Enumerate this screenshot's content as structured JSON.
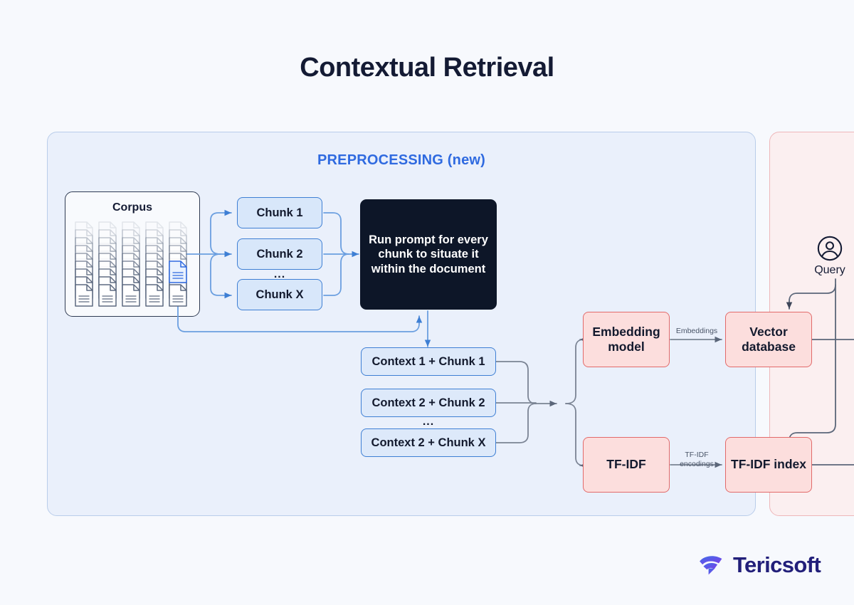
{
  "page": {
    "title": "Contextual Retrieval",
    "background_color": "#f7f9fd"
  },
  "panels": {
    "preprocessing": {
      "heading": "PREPROCESSING (new)",
      "accent_color": "#2f6ae0",
      "fill_color": "#eaf0fb",
      "border_color": "#b9cdea"
    },
    "runtime": {
      "fill_color": "#fbeff0",
      "border_color": "#eeb7ba"
    }
  },
  "corpus": {
    "label": "Corpus",
    "stack_count": 5,
    "docs_per_stack": 9,
    "highlight_color": "#3e7fd4"
  },
  "chunks": {
    "items": [
      {
        "label": "Chunk 1"
      },
      {
        "label": "Chunk 2"
      },
      {
        "label": "Chunk X"
      }
    ],
    "ellipsis": "...",
    "fill_color": "#d8e7fa",
    "border_color": "#3e7fd4"
  },
  "prompt_box": {
    "text": "Run prompt for every chunk to situate it within the document",
    "fill_color": "#0d1628",
    "text_color": "#ffffff"
  },
  "contexts": {
    "items": [
      {
        "label": "Context 1 + Chunk 1"
      },
      {
        "label": "Context 2 + Chunk 2"
      },
      {
        "label": "Context 2 + Chunk X"
      }
    ],
    "ellipsis": "...",
    "fill_color": "#dde9fa",
    "border_color": "#3e7fd4"
  },
  "indexing": {
    "embedding_model": "Embedding model",
    "vector_database": "Vector database",
    "tfidf": "TF-IDF",
    "tfidf_index": "TF-IDF index",
    "edge_embeddings": "Embeddings",
    "edge_tfidf_encodings": "TF-IDF encodings",
    "fill_color": "#fcdedd",
    "border_color": "#e26a6a"
  },
  "query": {
    "label": "Query",
    "icon": "user-avatar-icon"
  },
  "brand": {
    "name": "Tericsoft",
    "mark": "tericsoft-logo-mark",
    "text_color": "#221f7a",
    "mark_gradient_from": "#3f6fe8",
    "mark_gradient_to": "#7b3fe8"
  }
}
